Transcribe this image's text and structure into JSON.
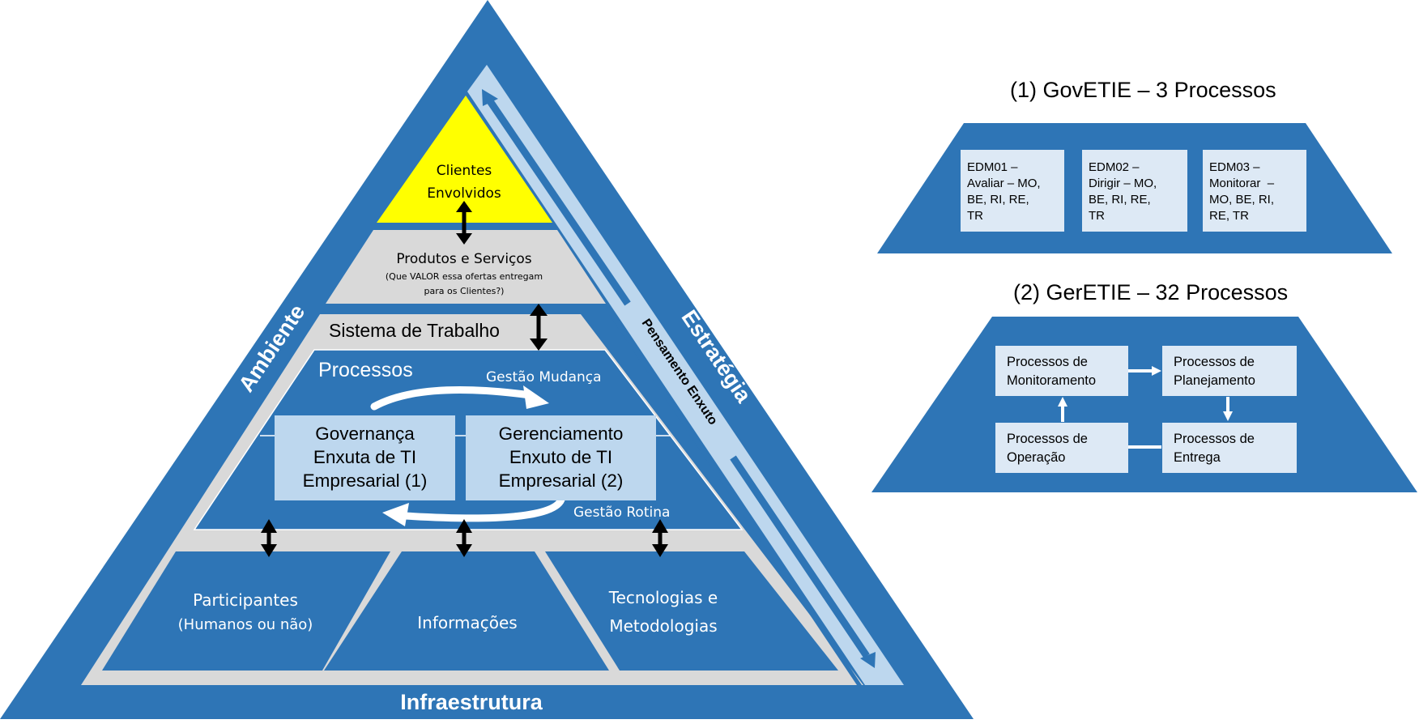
{
  "colors": {
    "primary_blue": "#2e75b6",
    "light_blue": "#bdd7ee",
    "pale_blue": "#dde9f5",
    "gray": "#d9d9d9",
    "yellow": "#ffff00",
    "white": "#ffffff",
    "black": "#000000"
  },
  "pyramid": {
    "sides": {
      "left": "Ambiente",
      "right": "Estratégia",
      "bottom": "Infraestrutura"
    },
    "lean_thinking": "Pensamento Enxuto",
    "clients": {
      "line1": "Clientes",
      "line2": "Envolvidos"
    },
    "products": {
      "title": "Produtos e Serviços",
      "subtitle_line1": "(Que VALOR essa ofertas entregam",
      "subtitle_line2": "para os Clientes?)"
    },
    "work_system": "Sistema de Trabalho",
    "processes": {
      "title": "Processos",
      "change_mgmt": "Gestão Mudança",
      "routine_mgmt": "Gestão Rotina",
      "governance": {
        "line1": "Governança",
        "line2": "Enxuta de TI",
        "line3": "Empresarial (1)"
      },
      "management": {
        "line1": "Gerenciamento",
        "line2": "Enxuto de TI",
        "line3": "Empresarial (2)"
      }
    },
    "elements": [
      {
        "line1": "Participantes",
        "line2": "(Humanos ou não)"
      },
      {
        "line1": "Informações",
        "line2": ""
      },
      {
        "line1": "Tecnologias e",
        "line2": "Metodologias"
      }
    ]
  },
  "govetie": {
    "title": "(1) GovETIE – 3 Processos",
    "boxes": [
      {
        "lines": [
          "EDM01 –",
          "Avaliar – MO,",
          "BE, RI, RE,",
          "TR"
        ]
      },
      {
        "lines": [
          "EDM02 –",
          "Dirigir – MO,",
          "BE, RI, RE,",
          "TR"
        ]
      },
      {
        "lines": [
          "EDM03 –",
          "Monitorar  –",
          "MO, BE, RI,",
          "RE, TR"
        ]
      }
    ]
  },
  "geretie": {
    "title": "(2) GerETIE – 32 Processos",
    "boxes": {
      "monitoring": {
        "line1": "Processos de",
        "line2": "Monitoramento"
      },
      "planning": {
        "line1": "Processos de",
        "line2": "Planejamento"
      },
      "operation": {
        "line1": "Processos de",
        "line2": "Operação"
      },
      "delivery": {
        "line1": "Processos de",
        "line2": "Entrega"
      }
    }
  }
}
